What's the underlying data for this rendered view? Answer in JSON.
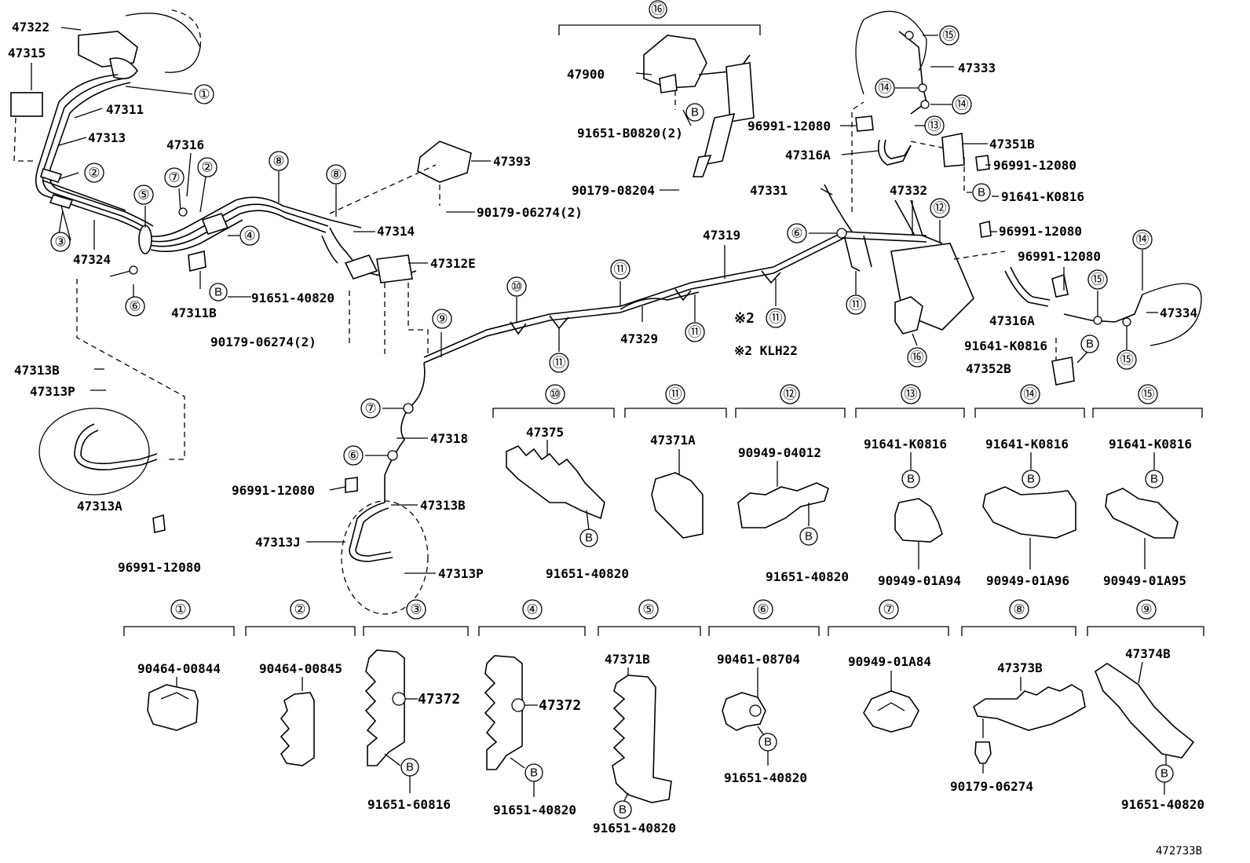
{
  "top_labels": {
    "p47322": "47322",
    "p47315": "47315",
    "p47311": "47311",
    "p47313": "47313",
    "p47316": "47316",
    "p47324": "47324",
    "p47311B": "47311B",
    "p91651_40820_a": "91651-40820",
    "p47314": "47314",
    "p47312E": "47312E",
    "p90179_06274_2a": "90179-06274(2)",
    "p47393": "47393",
    "p90179_06274_2b": "90179-06274(2)",
    "p47313B_a": "47313B",
    "p47313P_a": "47313P",
    "p47313A": "47313A",
    "p96991_12080_a": "96991-12080",
    "p96991_12080_b": "96991-12080",
    "p47318": "47318",
    "p47313B_b": "47313B",
    "p47313J": "47313J",
    "p47313P_b": "47313P",
    "p47329": "47329",
    "p47319": "47319",
    "p47900": "47900",
    "p91651_B0820_2": "91651-B0820(2)",
    "p90179_08204": "90179-08204",
    "p47333": "47333",
    "p96991_12080_c": "96991-12080",
    "p47316A_a": "47316A",
    "p47351B": "47351B",
    "p96991_12080_d": "96991-12080",
    "p91641_K0816_a": "91641-K0816",
    "p47331": "47331",
    "p47332": "47332",
    "p96991_12080_e": "96991-12080",
    "p96991_12080_f": "96991-12080",
    "p47316A_b": "47316A",
    "p47334": "47334",
    "p91641_K0816_b": "91641-K0816",
    "p47352B": "47352B",
    "note_mark": "※2",
    "note_text": "※2 KLH22"
  },
  "detail_row1": {
    "d10_part": "47375",
    "d10_bolt": "91651-40820",
    "d11_part": "47371A",
    "d12_part": "90949-04012",
    "d12_bolt": "91651-40820",
    "d13_bolt": "91641-K0816",
    "d13_part": "90949-01A94",
    "d14_bolt": "91641-K0816",
    "d14_part": "90949-01A96",
    "d15_bolt": "91641-K0816",
    "d15_part": "90949-01A95"
  },
  "detail_row2": {
    "d1_part": "90464-00844",
    "d2_part": "90464-00845",
    "d3_part": "47372",
    "d3_bolt": "91651-60816",
    "d4_part": "47372",
    "d4_bolt": "91651-40820",
    "d5_part": "47371B",
    "d5_bolt": "91651-40820",
    "d6_part": "90461-08704",
    "d6_bolt": "91651-40820",
    "d7_part": "90949-01A84",
    "d8_part": "47373B",
    "d8_bolt": "90179-06274",
    "d9_part": "47374B",
    "d9_bolt": "91651-40820"
  },
  "callouts": {
    "c1": "①",
    "c2": "②",
    "c3": "③",
    "c4": "④",
    "c5": "⑤",
    "c6": "⑥",
    "c7": "⑦",
    "c8": "⑧",
    "c9": "⑨",
    "c10": "⑩",
    "c11": "⑪",
    "c12": "⑫",
    "c13": "⑬",
    "c14": "⑭",
    "c15": "⑮",
    "c16": "⑯"
  },
  "bolt_marker": "B",
  "figure_id": "472733B"
}
